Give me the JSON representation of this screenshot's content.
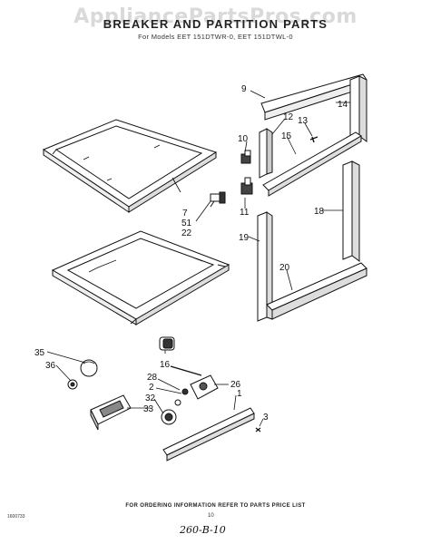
{
  "header": {
    "watermark": "AppliancePartsPros.com",
    "title": "BREAKER AND PARTITION PARTS",
    "subtitle": "For Models EET 151DTWR-0, EET 151DTWL-0"
  },
  "callouts": [
    {
      "id": "c9",
      "label": "9"
    },
    {
      "id": "c14",
      "label": "14"
    },
    {
      "id": "c12",
      "label": "12"
    },
    {
      "id": "c13",
      "label": "13"
    },
    {
      "id": "c10",
      "label": "10"
    },
    {
      "id": "c15",
      "label": "15"
    },
    {
      "id": "c11",
      "label": "11"
    },
    {
      "id": "c7",
      "label": "7"
    },
    {
      "id": "c51",
      "label": "51"
    },
    {
      "id": "c22",
      "label": "22"
    },
    {
      "id": "c18",
      "label": "18"
    },
    {
      "id": "c19",
      "label": "19"
    },
    {
      "id": "c20",
      "label": "20"
    },
    {
      "id": "c35",
      "label": "35"
    },
    {
      "id": "c36",
      "label": "36"
    },
    {
      "id": "c16",
      "label": "16"
    },
    {
      "id": "c28",
      "label": "28"
    },
    {
      "id": "c2",
      "label": "2"
    },
    {
      "id": "c32",
      "label": "32"
    },
    {
      "id": "c33",
      "label": "33"
    },
    {
      "id": "c26",
      "label": "26"
    },
    {
      "id": "c1",
      "label": "1"
    },
    {
      "id": "c3",
      "label": "3"
    }
  ],
  "footer": {
    "ordering_note": "FOR ORDERING INFORMATION REFER TO PARTS PRICE LIST",
    "doc_code": "1600733",
    "page": "10",
    "handwritten": "260-B-10"
  }
}
